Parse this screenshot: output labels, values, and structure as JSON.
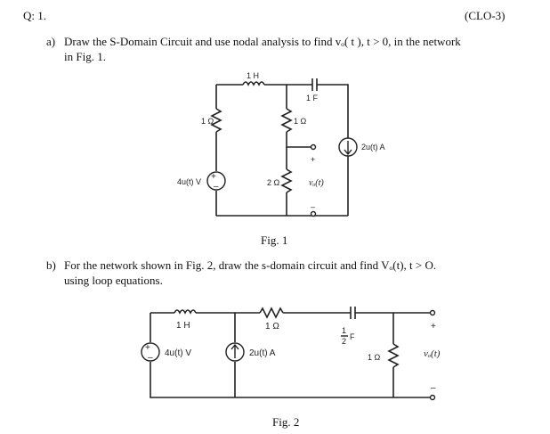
{
  "question": {
    "number": "Q: 1.",
    "clo": "(CLO-3)"
  },
  "part_a": {
    "letter": "a)",
    "line1": "Draw the S-Domain Circuit and use nodal analysis to find vₒ( t ), t > 0, in the network",
    "line2": "in Fig. 1.",
    "figure_caption": "Fig. 1"
  },
  "part_b": {
    "letter": "b)",
    "line1": "For the network shown in Fig. 2, draw the s-domain circuit and find Vₒ(t), t > O.",
    "line2": "using loop equations.",
    "figure_caption": "Fig. 2"
  },
  "fig1": {
    "inductor_label": "1 H",
    "capacitor_label": "1 F",
    "left_resistor_label": "1 Ω",
    "mid_resistor_label": "1 Ω",
    "bottom_resistor_label": "2 Ω",
    "voltage_source_label": "4u(t) V",
    "current_source_label": "2u(t) A",
    "output_label": "vₒ(t)",
    "plus": "+",
    "minus": "–"
  },
  "fig2": {
    "inductor_label": "1 H",
    "resistor_label": "1 Ω",
    "capacitor_label_num": "1",
    "capacitor_label_den": "2",
    "capacitor_unit": "F",
    "right_resistor_label": "1 Ω",
    "voltage_source_label": "4u(t) V",
    "current_source_label": "2u(t) A",
    "output_label": "vₒ(t)",
    "plus": "+",
    "minus": "–"
  }
}
